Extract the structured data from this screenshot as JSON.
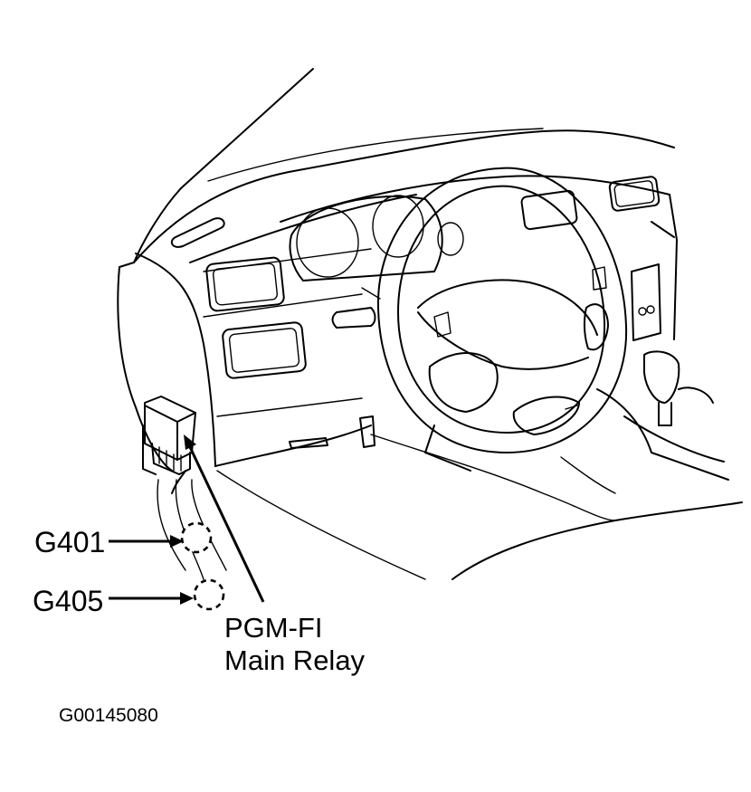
{
  "labels": {
    "ground_1": "G401",
    "ground_2": "G405",
    "component_line1": "PGM-FI",
    "component_line2": "Main Relay"
  },
  "figure_id": "G00145080",
  "colors": {
    "line": "#000000",
    "background": "#ffffff"
  }
}
